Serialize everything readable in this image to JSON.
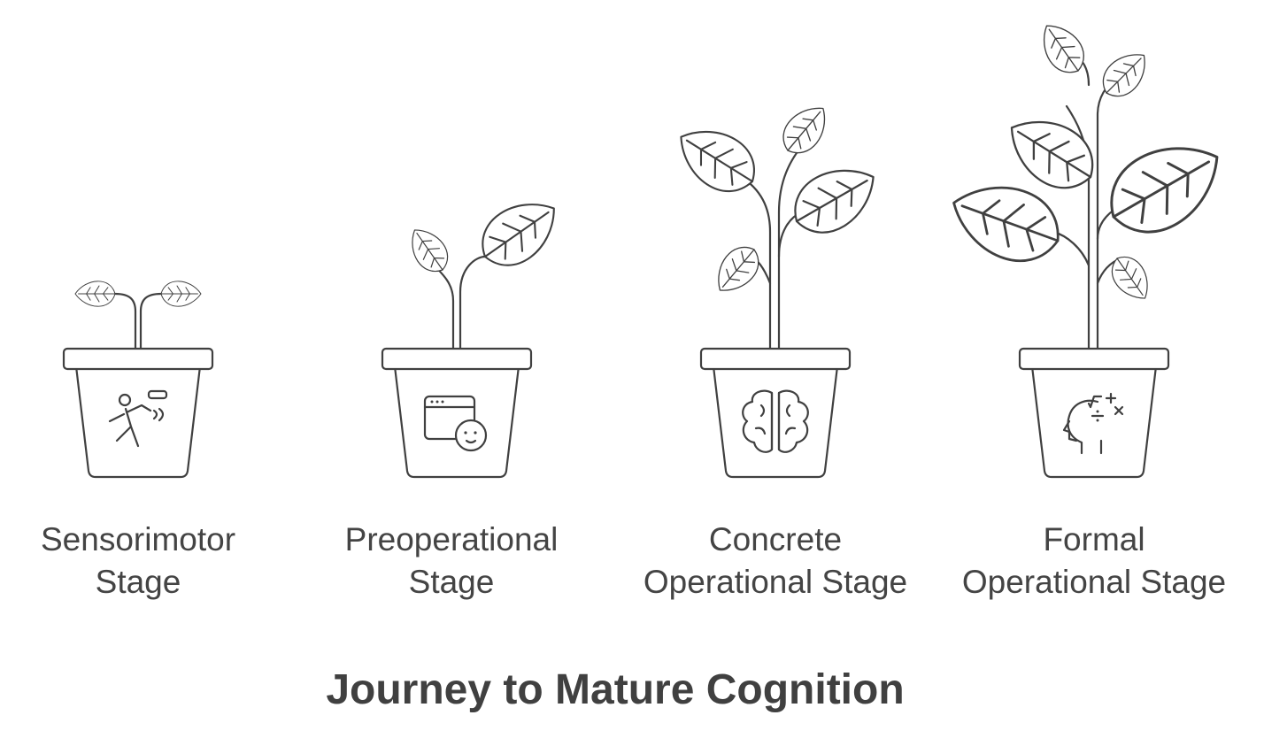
{
  "title": "Journey to Mature Cognition",
  "stages": [
    {
      "line1": "Sensorimotor",
      "line2": "Stage",
      "icon": "child-play-icon"
    },
    {
      "line1": "Preoperational",
      "line2": "Stage",
      "icon": "child-screen-icon"
    },
    {
      "line1": "Concrete",
      "line2": "Operational Stage",
      "icon": "brain-icon"
    },
    {
      "line1": "Formal",
      "line2": "Operational Stage",
      "icon": "head-math-icon"
    }
  ],
  "colors": {
    "line": "#404040",
    "text": "#444444",
    "background": "#ffffff"
  }
}
